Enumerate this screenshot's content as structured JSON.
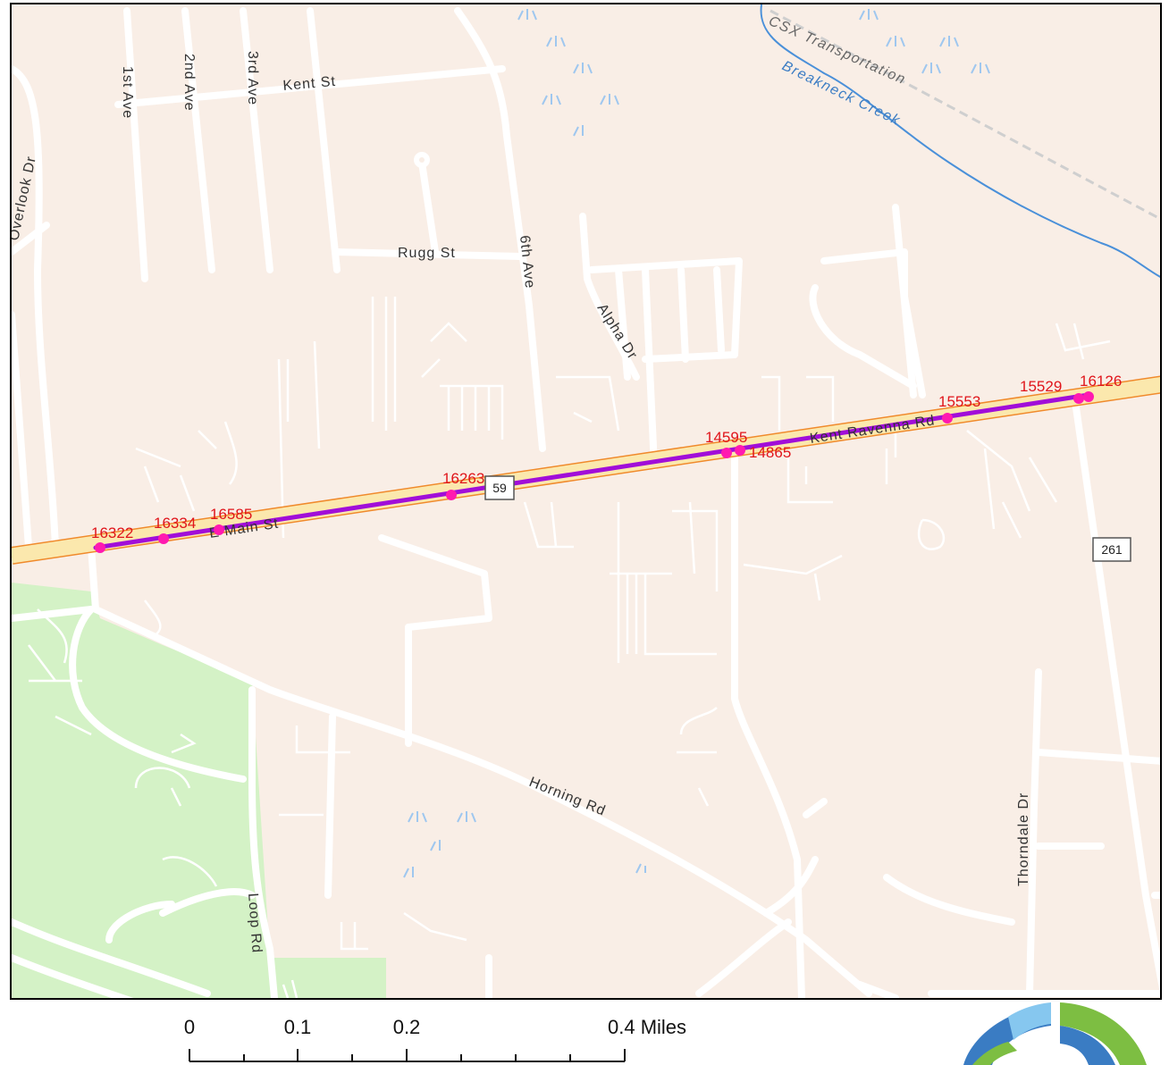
{
  "map": {
    "streets": {
      "first_ave": "1st Ave",
      "second_ave": "2nd Ave",
      "third_ave": "3rd Ave",
      "kent_st": "Kent St",
      "overlook_dr": "Overlook Dr",
      "rugg_st": "Rugg St",
      "sixth_ave": "6th Ave",
      "alpha_dr": "Alpha Dr",
      "e_main_st": "E Main St",
      "kent_ravenna_rd": "Kent Ravenna Rd",
      "horning_rd": "Horning Rd",
      "thorndale_dr": "Thorndale Dr",
      "loop_rd": "Loop Rd"
    },
    "water": {
      "breakneck_creek": "Breakneck Creek"
    },
    "rail": {
      "csx": "CSX Transportation"
    },
    "shields": {
      "route_59": "59",
      "route_261": "261"
    },
    "points": [
      {
        "label": "16322"
      },
      {
        "label": "16334"
      },
      {
        "label": "16585"
      },
      {
        "label": "16263"
      },
      {
        "label": "14595"
      },
      {
        "label": "14865"
      },
      {
        "label": "15553"
      },
      {
        "label": "15529"
      },
      {
        "label": "16126"
      }
    ],
    "colors": {
      "land": "#f9eee6",
      "park": "#d4f2c6",
      "road": "#ffffff",
      "highway_fill": "#fbe8ad",
      "highway_edge": "#f08a2c",
      "route_line": "#a10ed8",
      "point_fill": "#ff1ab0",
      "label_red": "#e0151b",
      "water": "#4a90d9"
    }
  },
  "scale": {
    "ticks": [
      "0",
      "0.1",
      "0.2"
    ],
    "end_label": "0.4 Miles"
  },
  "logo": {
    "icon": "ring-logo-icon",
    "colors": [
      "#3a7cc3",
      "#86c7ef",
      "#7dbe42"
    ]
  }
}
